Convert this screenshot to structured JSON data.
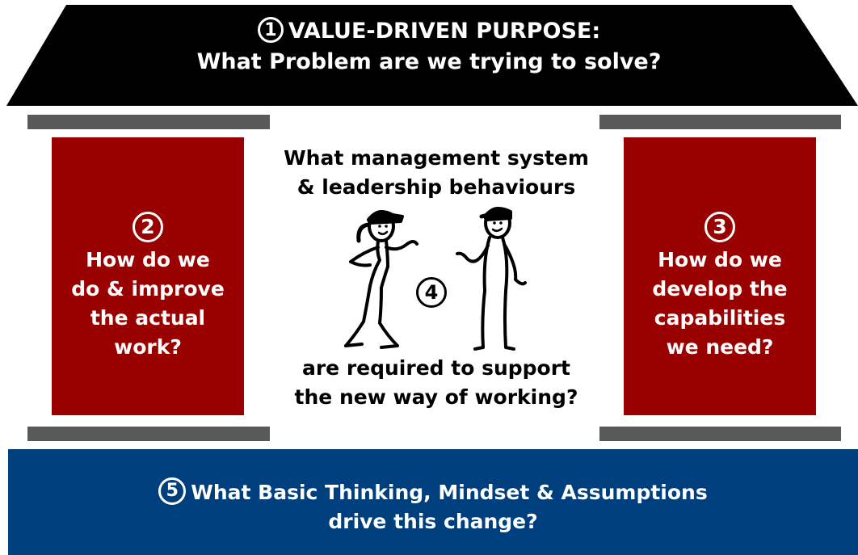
{
  "roof": {
    "number": "1",
    "line1": "VALUE-DRIVEN PURPOSE:",
    "line2": "What Problem are we trying to solve?",
    "color": "#000000"
  },
  "left_pillar": {
    "number": "2",
    "lines": [
      "How do we",
      "do & improve",
      "the actual",
      "work?"
    ],
    "color": "#990000"
  },
  "right_pillar": {
    "number": "3",
    "lines": [
      "How do we",
      "develop the",
      "capabilities",
      "we need?"
    ],
    "color": "#990000"
  },
  "center": {
    "number": "4",
    "top_lines": [
      "What management system",
      "& leadership behaviours"
    ],
    "bottom_lines": [
      "are required to support",
      "the new way of working?"
    ],
    "figures_icon": "two-people-talking"
  },
  "base": {
    "number": "5",
    "line1": "What Basic Thinking, Mindset & Assumptions",
    "line2": "drive this change?",
    "color": "#003f7d"
  },
  "bar_color": "#595959"
}
